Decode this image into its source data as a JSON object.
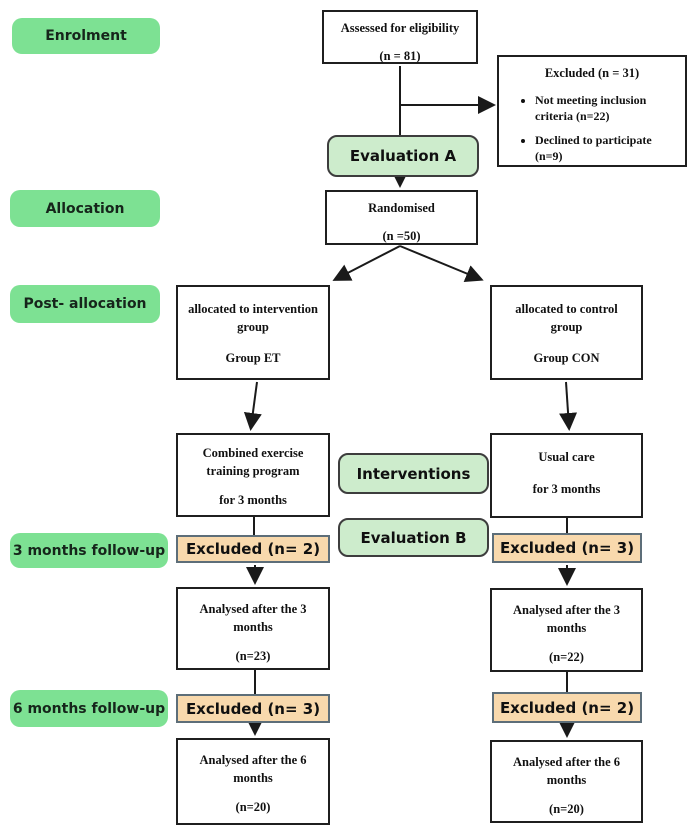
{
  "stage_labels": {
    "enrolment": "Enrolment",
    "allocation": "Allocation",
    "post_allocation": "Post- allocation",
    "followup_3": "3 months follow-up",
    "followup_6": "6 months follow-up"
  },
  "evaluation_labels": {
    "a": "Evaluation A",
    "interventions": "Interventions",
    "b": "Evaluation B"
  },
  "nodes": {
    "assessed": {
      "lines": [
        "Assessed for eligibility",
        "(n = 81)"
      ]
    },
    "excluded_initial": {
      "title": "Excluded (n = 31)",
      "bullets": [
        "Not meeting inclusion criteria (n=22)",
        "Declined to participate (n=9)"
      ]
    },
    "randomised": {
      "lines": [
        "Randomised",
        "(n =50)"
      ]
    },
    "allocated_intervention": {
      "lines": [
        "allocated to intervention",
        "group",
        "Group ET"
      ]
    },
    "allocated_control": {
      "lines": [
        "allocated to control",
        "group",
        "Group CON"
      ]
    },
    "intervention_program": {
      "lines": [
        "Combined exercise",
        "training program",
        "for 3 months"
      ]
    },
    "usual_care": {
      "lines": [
        "Usual care",
        "for 3 months"
      ]
    },
    "analysed_3_et": {
      "lines": [
        "Analysed after the 3",
        "months",
        "(n=23)"
      ]
    },
    "analysed_3_con": {
      "lines": [
        "Analysed after the 3",
        "months",
        "(n=22)"
      ]
    },
    "analysed_6_et": {
      "lines": [
        "Analysed after the 6",
        "months",
        "(n=20)"
      ]
    },
    "analysed_6_con": {
      "lines": [
        "Analysed after the 6",
        "months",
        "(n=20)"
      ]
    }
  },
  "excluded_labels": {
    "et_3_months": "Excluded (n= 2)",
    "con_3_months": "Excluded (n= 3)",
    "et_6_months": "Excluded (n= 3)",
    "con_6_months": "Excluded (n= 2)"
  },
  "colors": {
    "stage_green": "#7de193",
    "evaluation_green": "#cdeccc",
    "evaluation_border": "#3d3d3d",
    "excluded_orange": "#f8d9ad",
    "excluded_border": "#5d6e79",
    "box_border": "#1f1f1f",
    "line": "#1a1a1a"
  }
}
